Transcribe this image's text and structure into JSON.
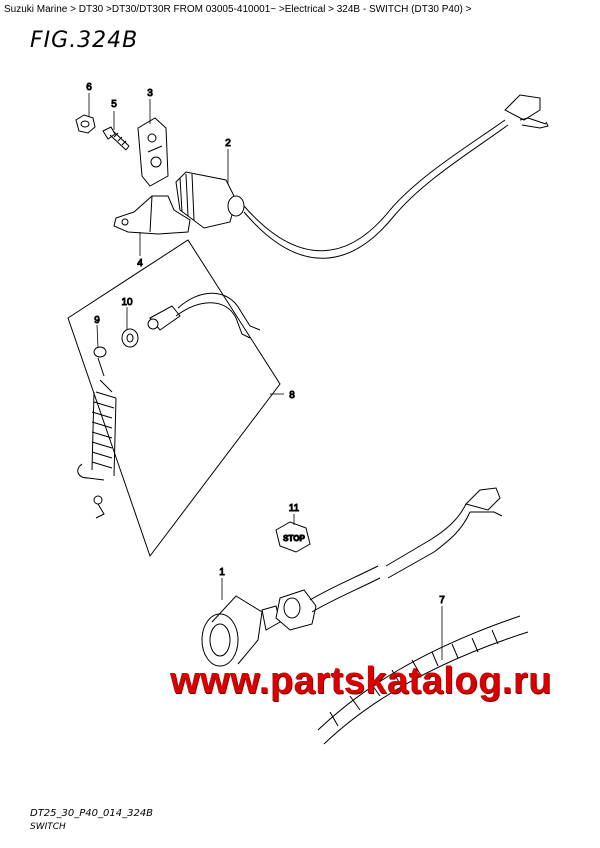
{
  "breadcrumb": {
    "items": [
      "Suzuki Marine",
      "DT30",
      "DT30/DT30R FROM 03005-410001~",
      "Electrical",
      "324B - SWITCH (DT30 P40)"
    ],
    "separator": ">"
  },
  "figure": {
    "title": "FIG.324B",
    "code": "DT25_30_P40_014_324B",
    "name": "SWITCH"
  },
  "callouts": {
    "c1": "1",
    "c2": "2",
    "c3": "3",
    "c4": "4",
    "c5": "5",
    "c6": "6",
    "c7": "7",
    "c8": "8",
    "c9": "9",
    "c10": "10",
    "c11": "11"
  },
  "stop_label": "STOP",
  "watermark": "www.partskatalog.ru",
  "colors": {
    "watermark": "#d90000",
    "line": "#000000"
  }
}
